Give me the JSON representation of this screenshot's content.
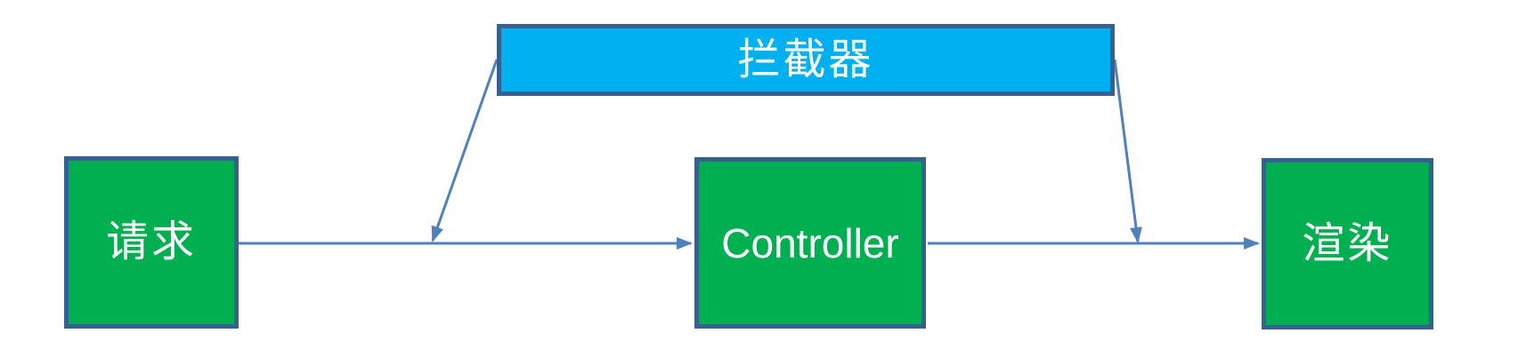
{
  "diagram": {
    "title": "interceptor-flow",
    "nodes": {
      "request": {
        "label": "请求",
        "shape": "rect",
        "fill": "green"
      },
      "interceptor": {
        "label": "拦截器",
        "shape": "rect",
        "fill": "blue"
      },
      "controller": {
        "label": "Controller",
        "shape": "rect",
        "fill": "green"
      },
      "render": {
        "label": "渲染",
        "shape": "rect",
        "fill": "green"
      }
    },
    "edges": [
      {
        "from": "request",
        "to": "controller",
        "type": "arrow"
      },
      {
        "from": "controller",
        "to": "render",
        "type": "arrow"
      },
      {
        "from": "interceptor",
        "to": "request-controller-line",
        "type": "arrow"
      },
      {
        "from": "interceptor",
        "to": "controller-render-line",
        "type": "arrow"
      }
    ]
  },
  "colors": {
    "node-green": "#00B050",
    "node-blue": "#00B0F0",
    "border": "#376092",
    "arrow": "#4F81BD",
    "text": "#FFFFFF",
    "background": "#FFFFFF"
  }
}
